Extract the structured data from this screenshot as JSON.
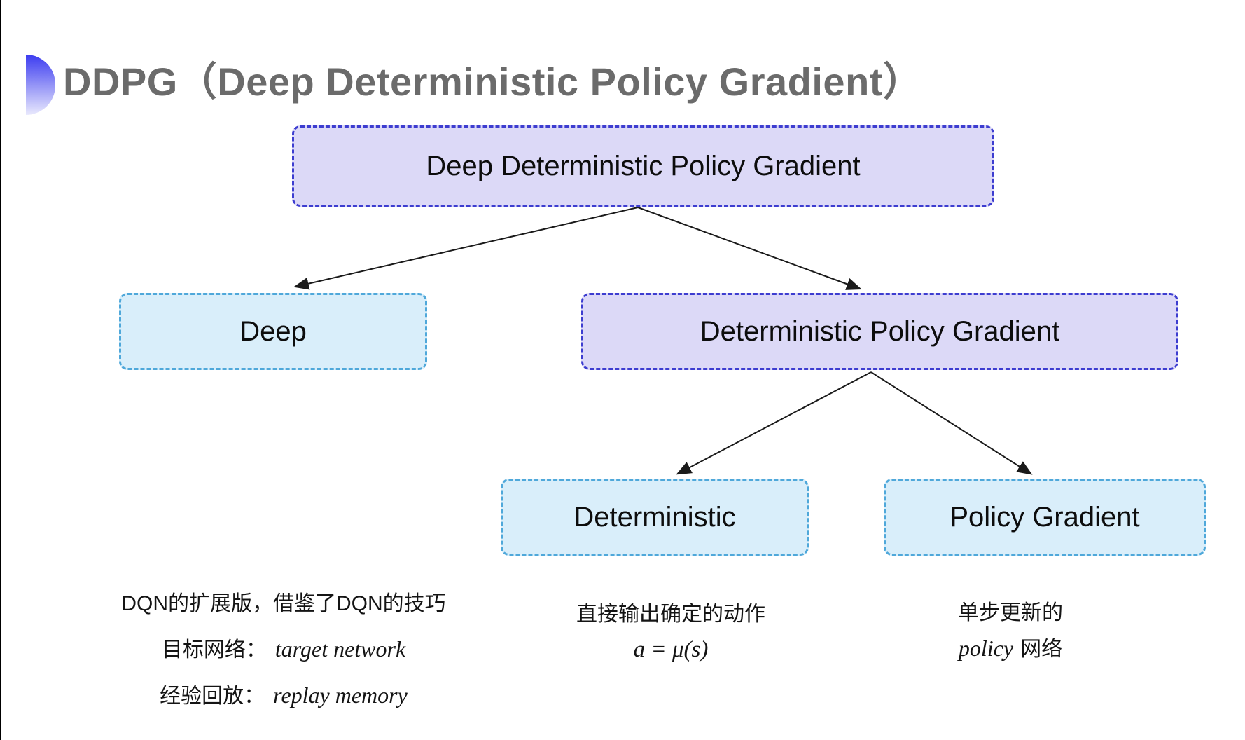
{
  "slide": {
    "title": "DDPG（Deep Deterministic Policy Gradient）"
  },
  "icons": {
    "title_bullet": "half-disc-gradient-bullet"
  },
  "tree": {
    "root": {
      "label": "Deep Deterministic Policy Gradient",
      "variant": "purple"
    },
    "level2": [
      {
        "label": "Deep",
        "variant": "cyan"
      },
      {
        "label": "Deterministic Policy Gradient",
        "variant": "purple"
      }
    ],
    "level3": [
      {
        "label": "Deterministic",
        "variant": "cyan"
      },
      {
        "label": "Policy Gradient",
        "variant": "cyan"
      }
    ]
  },
  "annotations": {
    "left": {
      "line1": "DQN的扩展版，借鉴了DQN的技巧",
      "line2_label": "目标网络：",
      "line2_value": "target network",
      "line3_label": "经验回放：",
      "line3_value": "replay memory"
    },
    "middle": {
      "line1": "直接输出确定的动作",
      "line2": "a = μ(s)"
    },
    "right": {
      "line1": "单步更新的",
      "line2_italic": "policy",
      "line2_rest": "网络"
    }
  },
  "colors": {
    "purple_fill": "#dcd9f7",
    "purple_border": "#3d3dd0",
    "cyan_fill": "#d9eefa",
    "cyan_border": "#4fa8da",
    "title_gray": "#6b6b6b",
    "bullet_top": "#3c3cf0",
    "bullet_bottom": "#e9e9fd",
    "arrow": "#1a1a1a"
  }
}
